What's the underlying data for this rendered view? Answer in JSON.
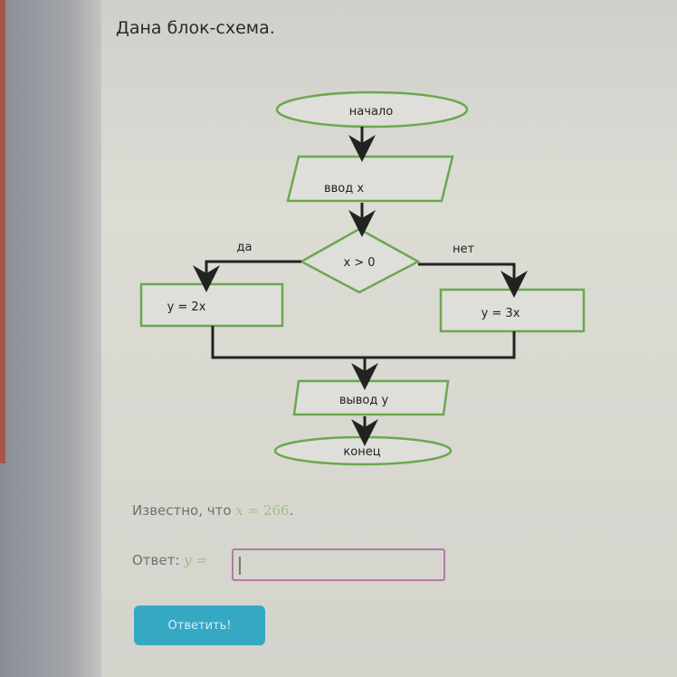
{
  "task": {
    "title": "Дана блок-схема.",
    "known_prefix": "Известно, что",
    "known_var": "x",
    "known_eq": "=",
    "known_value": "266",
    "known_suffix": ".",
    "answer_label": "Ответ:",
    "answer_var": "y",
    "answer_eq": "=",
    "answer_value": "",
    "submit_label": "Ответить!"
  },
  "flowchart": {
    "start": "начало",
    "input": "ввод x",
    "condition": "x > 0",
    "yes_label": "да",
    "no_label": "нет",
    "yes_action": "y = 2x",
    "no_action": "y = 3x",
    "output": "вывод y",
    "end": "конец"
  },
  "colors": {
    "shape_stroke": "#6aa84f",
    "button": "#35a8c4",
    "input_border": "#b07aa8",
    "math": "#9bbf86"
  }
}
